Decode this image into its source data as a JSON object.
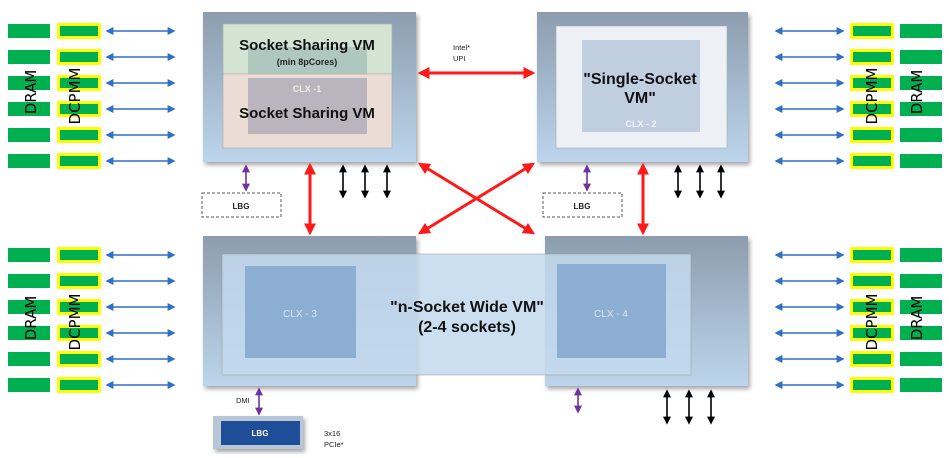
{
  "colors": {
    "dram": "#00b050",
    "dcpmm_border": "#ffff00",
    "memory_link": "#2e6fc7",
    "upi_link": "#ff1a1a",
    "io_link": "#000000",
    "lbg_link": "#7030a0",
    "lbg_chip": "#1f4e99"
  },
  "labels": {
    "dram": "DRAM",
    "dcpmm": "DCPMM",
    "upi_line1": "Intel*",
    "upi_line2": "UPI",
    "dmi": "DMI",
    "pcie_line1": "3x16",
    "pcie_line2": "PCIe*"
  },
  "sockets": {
    "clx1": {
      "label": "CLX -1",
      "vm_top_title": "Socket Sharing VM",
      "vm_top_subtitle": "(min 8pCores)",
      "vm_bottom_title": "Socket Sharing VM"
    },
    "clx2": {
      "label": "CLX - 2",
      "vm_line1": "\"Single-Socket",
      "vm_line2": "VM\""
    },
    "clx3": {
      "label": "CLX - 3"
    },
    "clx4": {
      "label": "CLX - 4"
    },
    "wide_vm": {
      "line1": "\"n-Socket Wide VM\"",
      "line2": "(2-4 sockets)"
    }
  },
  "lbg": {
    "top_left": "LBG",
    "top_right": "LBG",
    "bottom_left": "LBG"
  },
  "memory_channels_per_socket": 6
}
